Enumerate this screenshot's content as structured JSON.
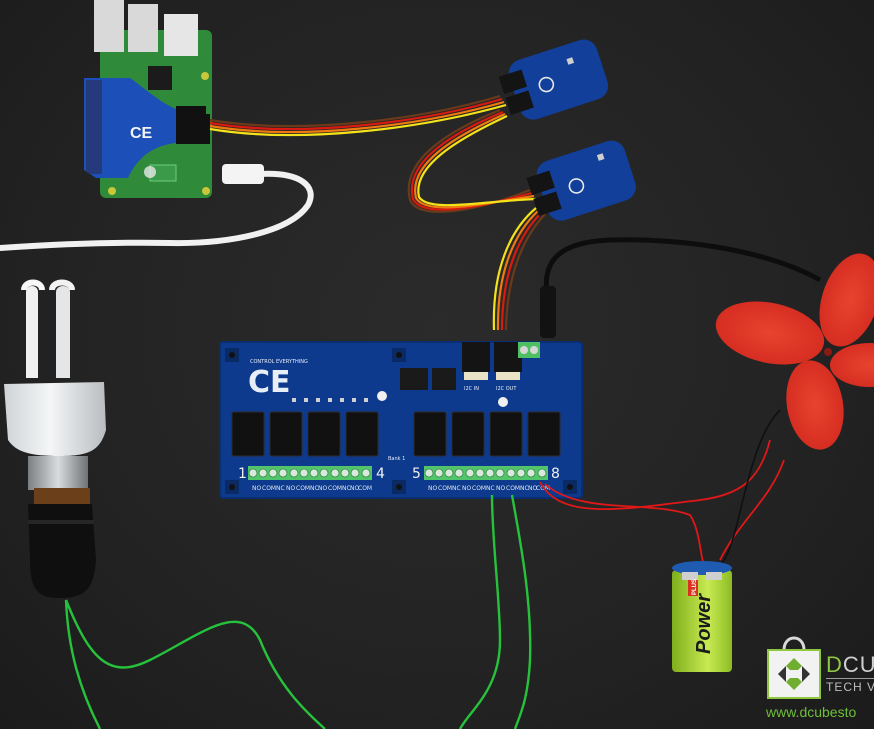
{
  "scene": {
    "description": "Raspberry Pi with relay controller board, two sensor modules, CFL bulb, 9V battery and red paper fan on dark cloth",
    "background_color": "#232323"
  },
  "relay_board": {
    "brand_mark": "CE",
    "brand_text": "CONTROL EVERYTHING",
    "bank_label": "Bank 1",
    "left_bank": {
      "start": "1",
      "end": "4"
    },
    "right_bank": {
      "start": "5",
      "end": "8"
    },
    "terminal_labels": [
      "NO",
      "COM",
      "NC",
      "NO",
      "COM",
      "NC",
      "NO",
      "COM",
      "NC",
      "NO",
      "COM",
      "NC"
    ],
    "relay_count": 8,
    "pcb_color": "#0d3a8c",
    "terminal_color": "#52c46a",
    "connector_labels": [
      "I2C IN",
      "I2C OUT"
    ]
  },
  "battery": {
    "brand": "Power",
    "brand_badge": "PLUS",
    "body_color": "#9ccc2a",
    "cap_color": "#1f5bb0"
  },
  "watermark": {
    "brand_initial": "D",
    "brand_rest": "CUBE",
    "tagline": "TECH VE",
    "url": "www.dcubesto",
    "accent_color": "#8dc63f"
  },
  "colors": {
    "wire_green": "#27c23c",
    "wire_red": "#e01818",
    "fan_red": "#e43a2a",
    "pi_green": "#2f8a3a",
    "adapter_blue": "#1d4fb8"
  }
}
